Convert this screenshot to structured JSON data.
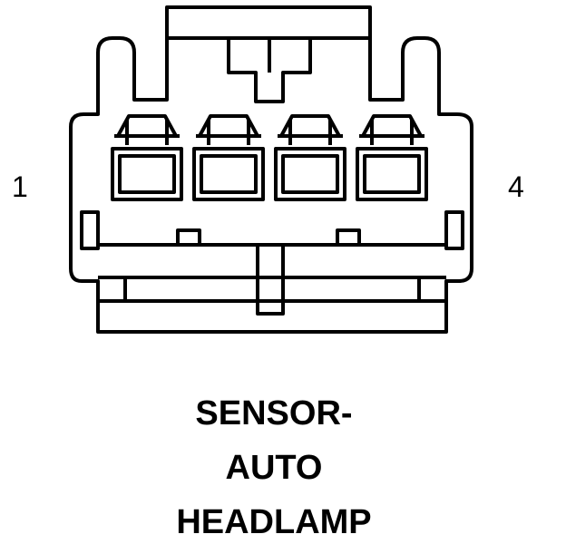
{
  "diagram": {
    "pin_labels": {
      "left": "1",
      "right": "4"
    },
    "title_lines": [
      "SENSOR-",
      "AUTO",
      "HEADLAMP"
    ],
    "pin_count": 4,
    "line_color": "#000000",
    "background_color": "#ffffff"
  }
}
